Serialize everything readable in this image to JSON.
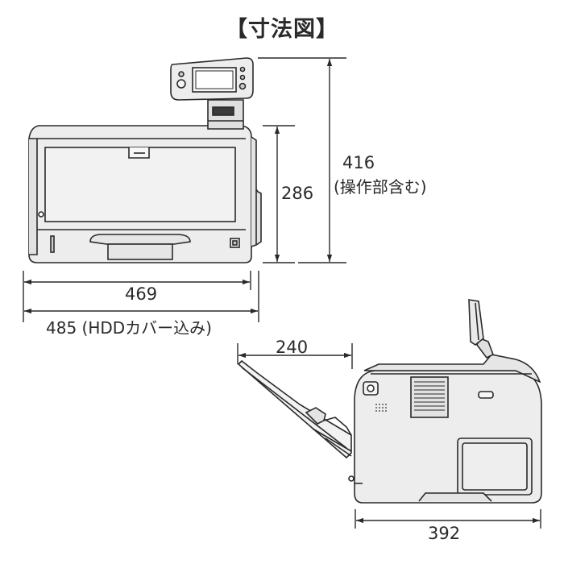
{
  "title": "【寸法図】",
  "front_view": {
    "width": "469",
    "width_with_cover": "485 (HDDカバー込み)",
    "height": "286",
    "height_with_panel": "416",
    "height_with_panel_note": "(操作部含む)"
  },
  "side_view": {
    "tray_extension": "240",
    "depth": "392"
  }
}
